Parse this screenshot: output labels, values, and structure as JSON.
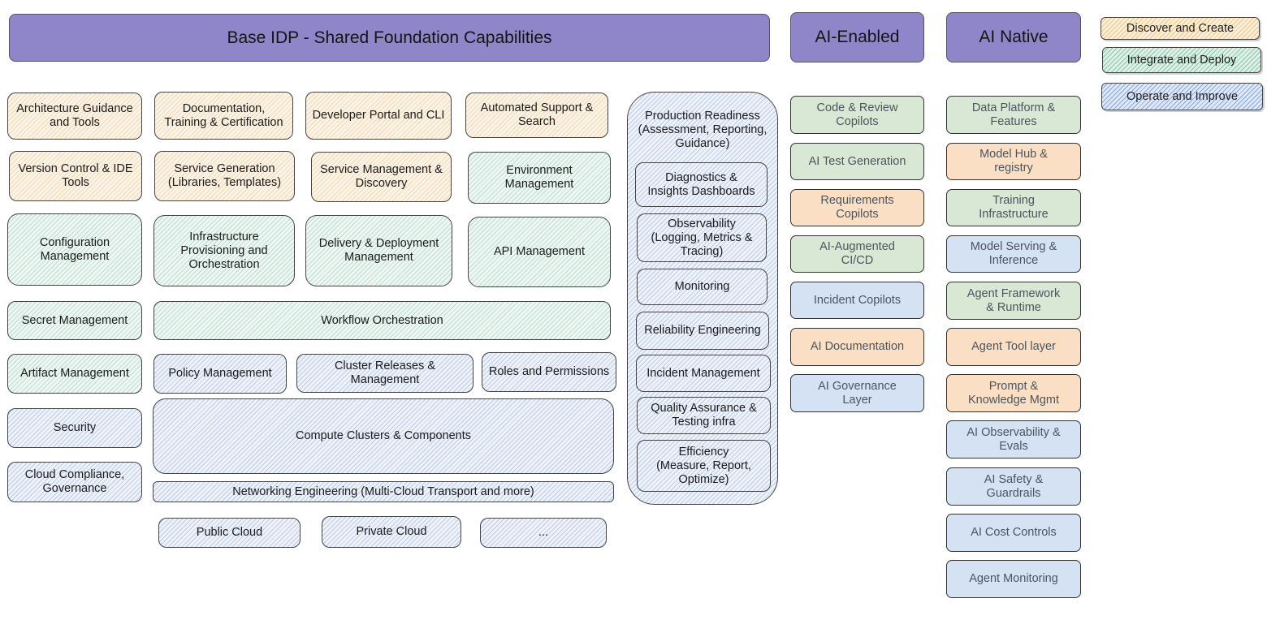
{
  "headers": {
    "base_idp": "Base IDP - Shared Foundation Capabilities",
    "ai_enabled": "AI-Enabled",
    "ai_native": "AI Native"
  },
  "legend": {
    "discover": "Discover and Create",
    "integrate": "Integrate and Deploy",
    "operate": "Operate and Improve"
  },
  "colors": {
    "header": "#8f85c9",
    "discover": "#fbf3e6",
    "integrate": "#eef7f3",
    "operate": "#eef2fa",
    "ai_green": "#d8e8d4",
    "ai_orange": "#fbdfc5",
    "ai_blue": "#d4e2f3"
  },
  "base": {
    "architecture_guidance": "Architecture Guidance\nand Tools",
    "documentation": "Documentation,\nTraining & Certification",
    "developer_portal": "Developer Portal and CLI",
    "automated_support": "Automated Support &\nSearch",
    "version_control": "Version Control & IDE\nTools",
    "service_generation": "Service Generation\n(Libraries, Templates)",
    "service_management": "Service Management &\nDiscovery",
    "environment_management": "Environment\nManagement",
    "configuration_management": "Configuration\nManagement",
    "infrastructure_provisioning": "Infrastructure\nProvisioning and\nOrchestration",
    "delivery_deployment": "Delivery & Deployment\nManagement",
    "api_management": "API Management",
    "secret_management": "Secret Management",
    "workflow_orchestration": "Workflow Orchestration",
    "artifact_management": "Artifact Management",
    "policy_management": "Policy Management",
    "cluster_releases": "Cluster Releases &\nManagement",
    "roles_permissions": "Roles and Permissions",
    "security": "Security",
    "compute_clusters": "Compute Clusters & Components",
    "cloud_compliance": "Cloud Compliance,\nGovernance",
    "networking": "Networking Engineering (Multi-Cloud Transport and more)",
    "public_cloud": "Public Cloud",
    "private_cloud": "Private Cloud",
    "more": "..."
  },
  "pillar": {
    "title": "Production Readiness\n(Assessment, Reporting,\nGuidance)",
    "items": [
      "Diagnostics &\nInsights Dashboards",
      "Observability\n(Logging, Metrics &\nTracing)",
      "Monitoring",
      "Reliability Engineering",
      "Incident Management",
      "Quality Assurance &\nTesting infra",
      "Efficiency\n(Measure, Report,\nOptimize)"
    ]
  },
  "ai_enabled": [
    "Code & Review\nCopilots",
    "AI Test Generation",
    "Requirements\nCopilots",
    "AI-Augmented\nCI/CD",
    "Incident Copilots",
    "AI Documentation",
    "AI Governance\nLayer"
  ],
  "ai_native": [
    "Data Platform &\nFeatures",
    "Model Hub &\nregistry",
    "Training\nInfrastructure",
    "Model Serving &\nInference",
    "Agent Framework\n& Runtime",
    "Agent Tool layer",
    "Prompt &\nKnowledge Mgmt",
    "AI Observability &\nEvals",
    "AI Safety &\nGuardrails",
    "AI Cost Controls",
    "Agent Monitoring"
  ]
}
